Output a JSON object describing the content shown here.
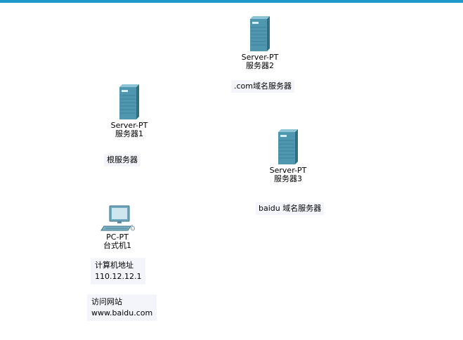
{
  "colors": {
    "top_bar": "#1e97c9",
    "server_body": "#4e97ae",
    "note_background": "#f3f5fa"
  },
  "devices": {
    "server2": {
      "type": "Server-PT",
      "name": "服务器2",
      "icon": "server-icon"
    },
    "server1": {
      "type": "Server-PT",
      "name": "服务器1",
      "icon": "server-icon"
    },
    "server3": {
      "type": "Server-PT",
      "name": "服务器3",
      "icon": "server-icon"
    },
    "pc1": {
      "type": "PC-PT",
      "name": "台式机1",
      "icon": "desktop-pc-icon"
    }
  },
  "notes": {
    "com_dns": ".com域名服务器",
    "root_dns": "根服务器",
    "baidu_dns": "baidu 域名服务器",
    "pc_address_title": "计算机地址",
    "pc_address_value": "110.12.12.1",
    "visit_title": "访问网站",
    "visit_value": "www.baidu.com"
  }
}
